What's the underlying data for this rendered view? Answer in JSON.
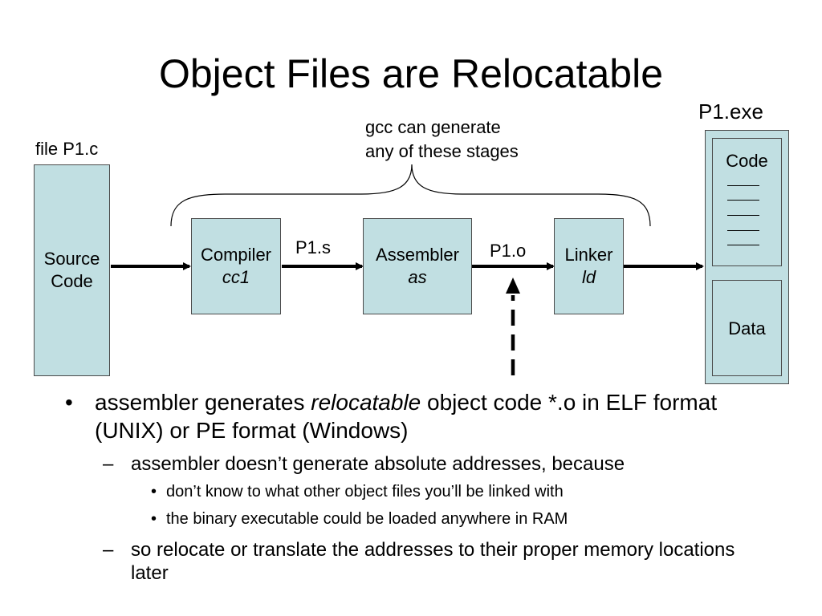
{
  "title": "Object Files are Relocatable",
  "labels": {
    "file_p1c": "file P1.c",
    "p1_exe": "P1.exe",
    "gcc_note_line1": "gcc can generate",
    "gcc_note_line2": "any of these stages",
    "p1_s": "P1.s",
    "p1_o": "P1.o"
  },
  "boxes": {
    "source": {
      "line1": "Source",
      "line2": "Code"
    },
    "compiler": {
      "name": "Compiler",
      "program": "cc1"
    },
    "assembler": {
      "name": "Assembler",
      "program": "as"
    },
    "linker": {
      "name": "Linker",
      "program": "ld"
    },
    "exe_code": "Code",
    "exe_data": "Data"
  },
  "colors": {
    "box_fill": "#c1dfe2",
    "box_border": "#4a4a4a",
    "arrow": "#000000"
  },
  "bullets": {
    "b1_prefix": "assembler generates ",
    "b1_emphasis": "relocatable",
    "b1_suffix": " object code *.o in ELF format (UNIX) or PE format (Windows)",
    "b1_sub1": "assembler doesn’t generate absolute addresses, because",
    "b1_sub1_item1": "don’t know to what other object files you’ll be linked with",
    "b1_sub1_item2": "the binary executable could be loaded anywhere in RAM",
    "b1_sub2": "so relocate or translate the addresses to their proper memory locations later"
  }
}
